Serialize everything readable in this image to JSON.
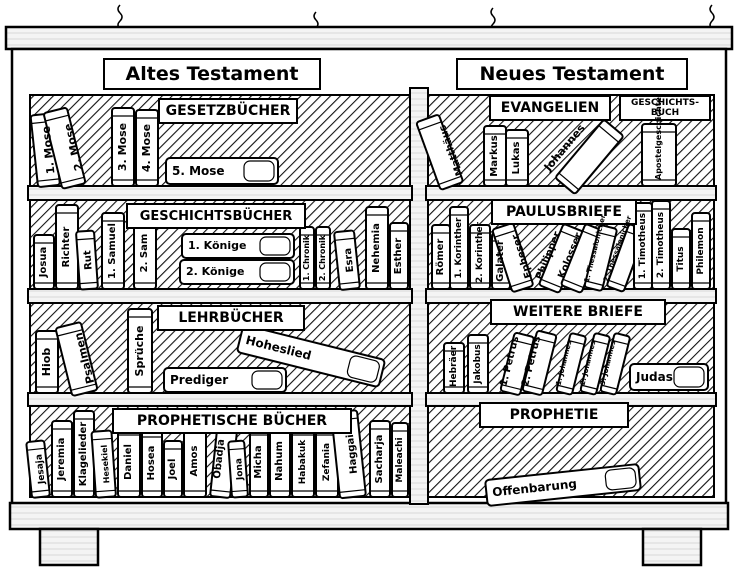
{
  "sections": {
    "old": "Altes Testament",
    "new": "Neues Testament"
  },
  "categories": {
    "gesetz": "GESETZBÜCHER",
    "geschichte_at": "GESCHICHTSBÜCHER",
    "lehr": "LEHRBÜCHER",
    "prophetisch": "PROPHETISCHE BÜCHER",
    "evangelien": "EVANGELIEN",
    "geschichts_nt_line1": "GESCHICHTS-",
    "geschichts_nt_line2": "BUCH",
    "paulus": "PAULUSBRIEFE",
    "weitere": "WEITERE BRIEFE",
    "prophetie": "PROPHETIE"
  },
  "books": {
    "gesetz": [
      "1. Mose",
      "2. Mose",
      "3. Mose",
      "4. Mose",
      "5. Mose"
    ],
    "geschichte_at": [
      "Josua",
      "Richter",
      "Rut",
      "1. Samuel",
      "2. Sam",
      "1. Könige",
      "2. Könige",
      "1. Chronik",
      "2. Chronik",
      "Esra",
      "Nehemia",
      "Esther"
    ],
    "lehr": [
      "Hiob",
      "Psalmen",
      "Sprüche",
      "Prediger",
      "Hoheslied"
    ],
    "prophetisch": [
      "Jesaja",
      "Jeremia",
      "Klagelieder",
      "Hesekiel",
      "Daniel",
      "Hosea",
      "Joel",
      "Amos",
      "Obadja",
      "Jona",
      "Micha",
      "Nahum",
      "Habakuk",
      "Zefania",
      "Haggai",
      "Sacharja",
      "Maleachi"
    ],
    "evangelien": [
      "Matthäus",
      "Markus",
      "Lukas",
      "Johannes"
    ],
    "geschichts_nt": [
      "Apostelgeschichte"
    ],
    "paulus": [
      "Römer",
      "1. Korinther",
      "2. Korinther",
      "Galater",
      "Epheser",
      "Philipper",
      "Kolosser",
      "1. Thessalonicher",
      "2. Thessalonicher",
      "1. Timotheus",
      "2. Timotheus",
      "Titus",
      "Philemon"
    ],
    "weitere": [
      "Hebräer",
      "Jakobus",
      "1. Petrus",
      "2. Petrus",
      "1. Johannes",
      "2. Johannes",
      "3. Johannes",
      "Judas"
    ],
    "prophetie": [
      "Offenbarung"
    ]
  }
}
